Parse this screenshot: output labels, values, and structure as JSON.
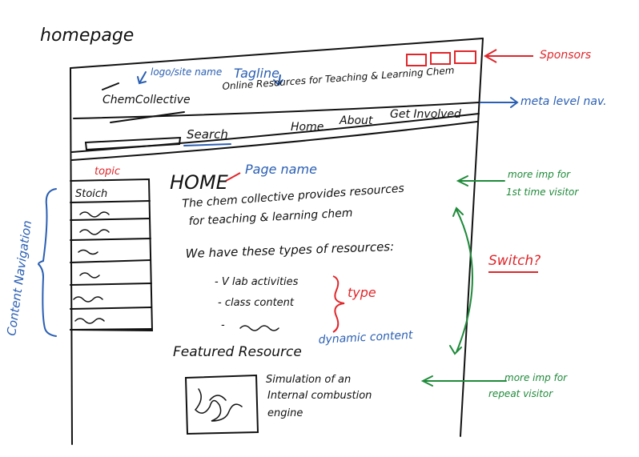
{
  "page_title": "homepage",
  "colors": {
    "ink": "#111111",
    "blue": "#2a5fb3",
    "red": "#e0262a",
    "green": "#1f8a3a"
  },
  "header": {
    "logo_note": "logo/site name",
    "tagline_note": "Tagline",
    "site_name": "ChemCollective",
    "tagline": "Online Resources for Teaching & Learning Chem",
    "sponsors_note": "Sponsors",
    "meta_nav_note": "meta level nav."
  },
  "navbar": {
    "search_label": "Search",
    "links": [
      "Home",
      "About",
      "Get Involved"
    ]
  },
  "sidebar": {
    "topic_note": "topic",
    "first_item": "Stoich",
    "side_note": "Content Navigation"
  },
  "main": {
    "heading": "HOME",
    "page_name_note": "Page name",
    "intro_line1": "The chem collective provides resources",
    "intro_line2": "for teaching & learning chem",
    "types_heading": "We have these types of resources:",
    "resource_types": [
      "- V lab activities",
      "- class content",
      "-"
    ],
    "type_note": "type",
    "featured_label": "Featured Resource",
    "dynamic_note": "dynamic content",
    "featured_line1": "Simulation of an",
    "featured_line2": "Internal combustion",
    "featured_line3": "engine"
  },
  "annotations": {
    "first_time_line1": "more imp for",
    "first_time_line2": "1st time visitor",
    "switch_note": "Switch?",
    "repeat_line1": "more imp for",
    "repeat_line2": "repeat visitor"
  }
}
